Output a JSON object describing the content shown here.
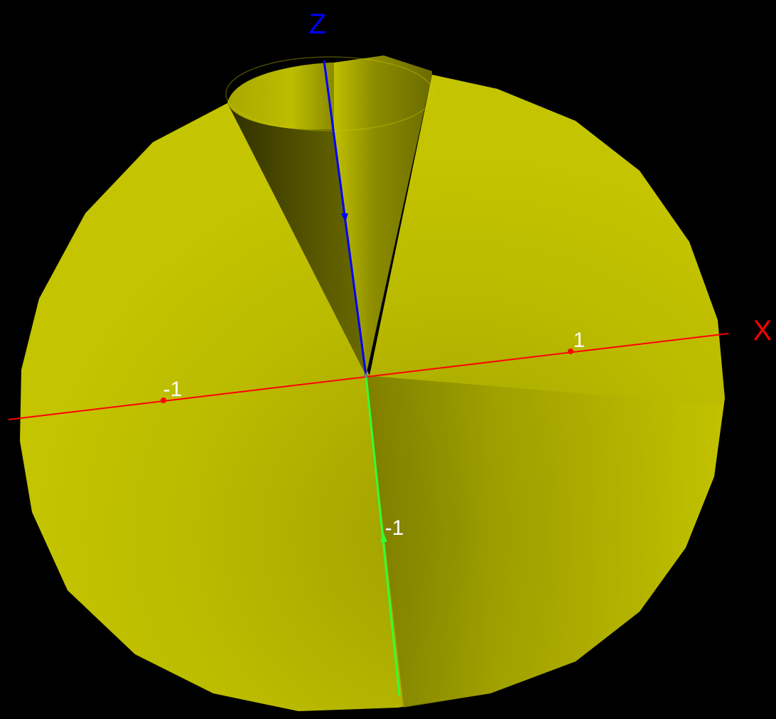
{
  "scene": {
    "background_color": "#000000",
    "surface_color": "#c4c400",
    "surface_shadow_color": "#6b6b00"
  },
  "axes": {
    "x": {
      "label": "X",
      "color": "#ff0000"
    },
    "y": {
      "label": "",
      "color": "#33ff33"
    },
    "z": {
      "label": "Z",
      "color": "#0000ff"
    }
  },
  "ticks": {
    "x_pos": {
      "label": "1",
      "value": 1
    },
    "x_neg": {
      "label": "-1",
      "value": -1
    },
    "y_neg": {
      "label": "-1",
      "value": -1
    }
  }
}
